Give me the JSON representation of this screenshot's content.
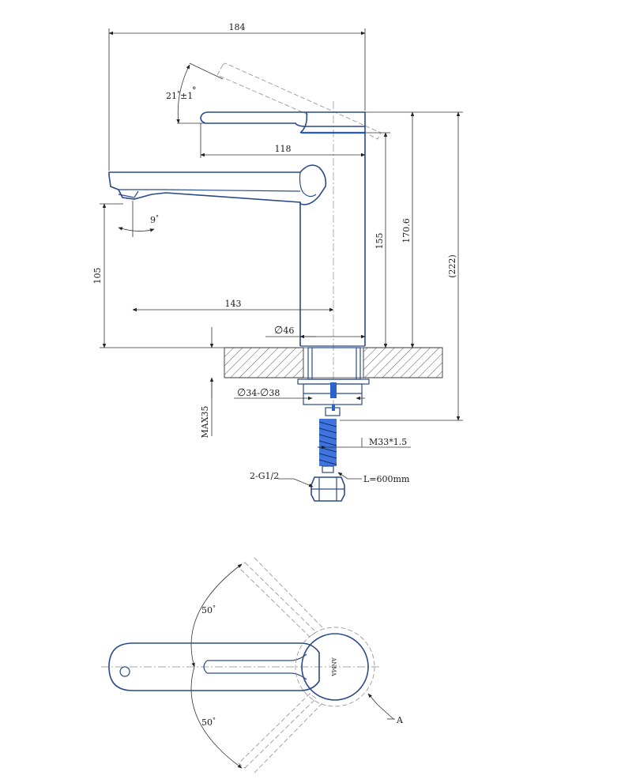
{
  "dimensions": {
    "overall_width": "184",
    "handle_length": "118",
    "spout_reach": "143",
    "spout_height": "105",
    "body_height_155": "155",
    "body_height_170": "170.6",
    "total_height": "(222)",
    "body_diameter": "46",
    "hole_diameter": "34-",
    "hole_diameter_max": "38",
    "deck_max": "MAX35",
    "thread": "M33*1.5",
    "hose_connection": "2-G1/2",
    "hose_length": "L=600mm",
    "handle_angle": "21",
    "handle_tolerance": "±1",
    "spout_angle": "9"
  },
  "top_view": {
    "rotation_left": "50",
    "rotation_right": "50",
    "detail_label": "A",
    "logo_text": "ANMA"
  },
  "symbols": {
    "diameter": "∅",
    "degree": "°"
  },
  "colors": {
    "outline": "#2a4a8a",
    "hose": "#1f5ad6",
    "hatch": "#333333"
  }
}
